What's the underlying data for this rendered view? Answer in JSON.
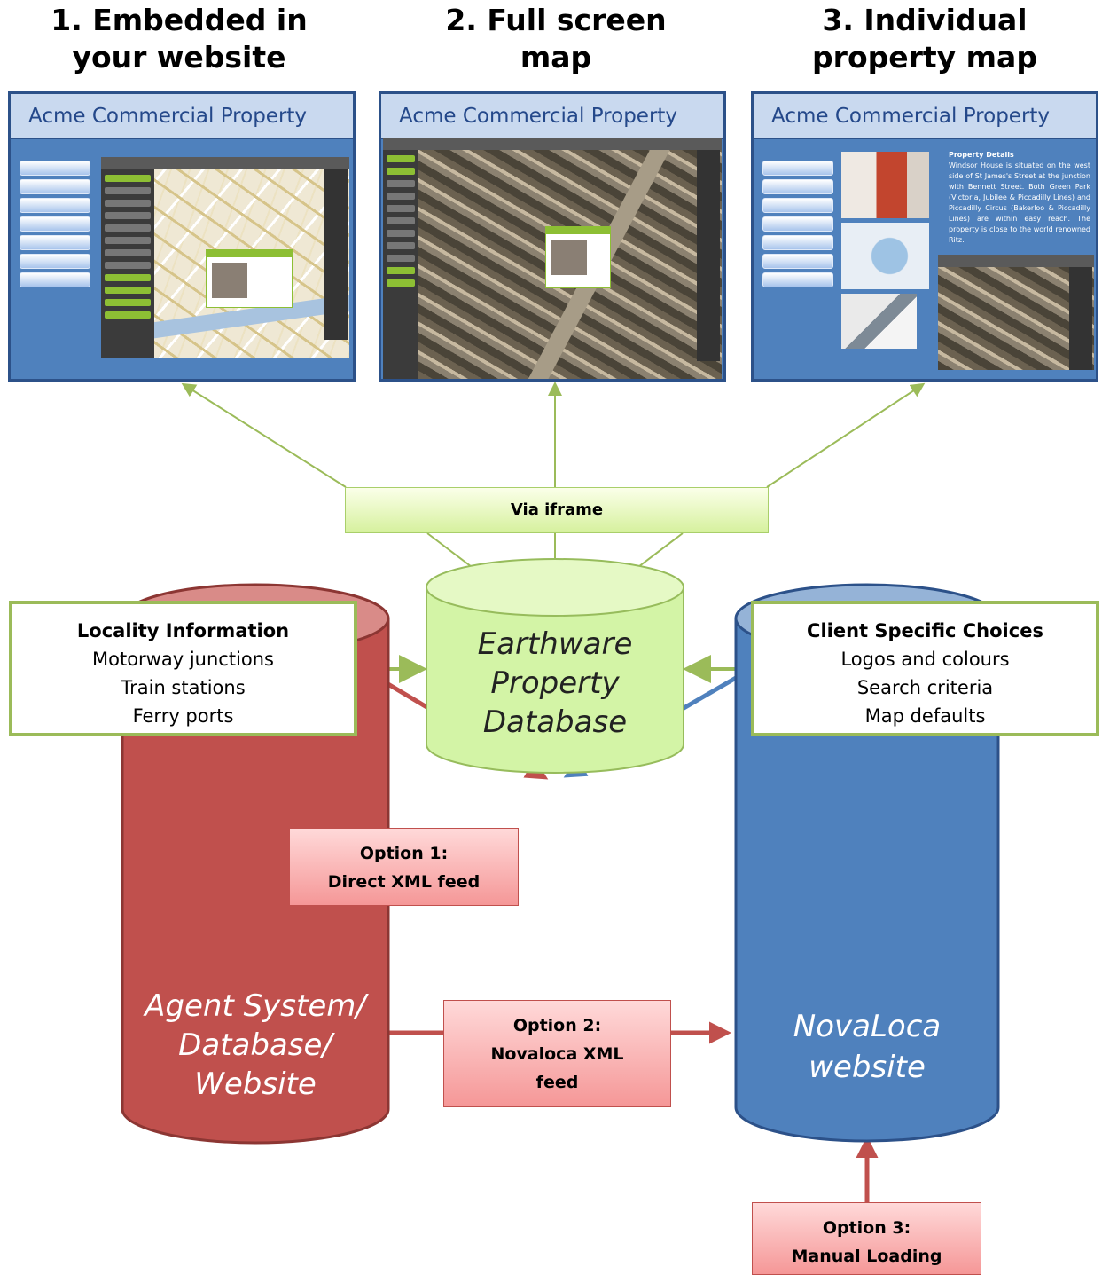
{
  "headings": [
    {
      "line1": "1. Embedded in",
      "line2": "your website"
    },
    {
      "line1": "2. Full screen",
      "line2": "map"
    },
    {
      "line1": "3. Individual",
      "line2": "property map"
    }
  ],
  "panels": [
    {
      "title": "Acme Commercial  Property"
    },
    {
      "title": "Acme Commercial  Property"
    },
    {
      "title": "Acme Commercial  Property"
    }
  ],
  "property_details": {
    "title": "Property Details",
    "body": "Windsor House is situated on the west side of St James's Street at the junction with Bennett Street. Both Green Park (Victoria, Jubilee & Piccadilly Lines) and Piccadilly Circus (Bakerloo & Piccadilly Lines) are within easy reach. The property is close to the world renowned Ritz."
  },
  "iframe_label": "Via iframe",
  "database": {
    "line1": "Earthware",
    "line2": "Property",
    "line3": "Database"
  },
  "locality": {
    "title": "Locality Information",
    "items": [
      "Motorway  junctions",
      "Train stations",
      "Ferry ports"
    ]
  },
  "client": {
    "title": "Client Specific Choices",
    "items": [
      "Logos and colours",
      "Search criteria",
      "Map defaults"
    ]
  },
  "agent": {
    "line1": "Agent System/",
    "line2": "Database/",
    "line3": "Website"
  },
  "novaloca": {
    "line1": "NovaLoca",
    "line2": "website"
  },
  "option1": {
    "line1": "Option 1:",
    "line2": "Direct XML feed"
  },
  "option2": {
    "line1": "Option 2:",
    "line2": "Novaloca XML",
    "line3": "feed"
  },
  "option3": {
    "line1": "Option 3:",
    "line2": "Manual Loading"
  },
  "colors": {
    "green": "#9bbb59",
    "red": "#c0504d",
    "blue": "#4f81bd",
    "panel_border": "#2c5189"
  }
}
